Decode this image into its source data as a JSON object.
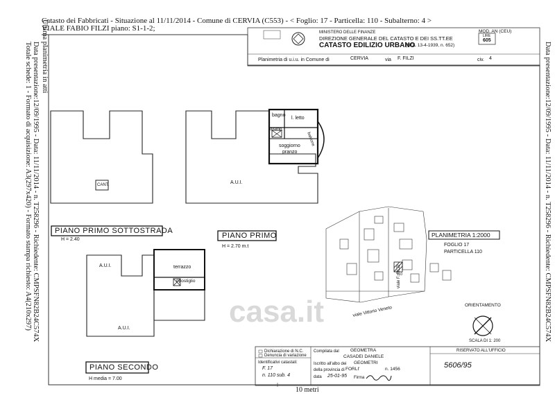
{
  "header": {
    "line1": "Catasto dei Fabbricati - Situazione al 11/11/2014 - Comune di CERVIA (C553) - < Foglio: 17 - Particella: 110 - Subalterno: 4 >",
    "line2": "VIALE FABIO FILZI piano: S1-1-2;"
  },
  "left_margin": {
    "col1": "Ultima planimetria in atti",
    "col2": "Data presentazione:12/09/1995 - Data: 11/11/2014 - n. T258296 - Richiedente: CMPSFN82B24C574X",
    "col3": "Totale schede: 1 - Formato di acquisizione: A3(297x420) - Formato stampa richiesto: A4(210x297)"
  },
  "right_margin": {
    "text": "Data presentazione:12/09/1995 - Data: 11/11/2014 - n. T258296 - Richiedente: CMPSFN82B24C574X"
  },
  "ministry": {
    "line1": "MINISTERO DELLE FINANZE",
    "line2": "DIREZIONE GENERALE DEL CATASTO E DEI SS.TT.EE",
    "title": "CATASTO EDILIZIO URBANO",
    "subtitle": "(RDL 13-4-1939, n. 652)",
    "mod": "MOD. AN (CEU)",
    "lire_label": "LIRE",
    "lire_value": "605"
  },
  "planimetria_row": {
    "prefix": "Planimetria di u.i.u. in Comune di",
    "comune": "CERVIA",
    "via_label": "via",
    "via": "F. FILZI",
    "civ_label": "civ.",
    "civ": "4"
  },
  "rooms": {
    "bagno": "bagno",
    "letto": "l. letto",
    "disimp": "disimp.",
    "soggiorno": "soggiorno",
    "pranzo": "pranzo",
    "balcone": "balcone",
    "cant": "CANT.",
    "aui": "A.U.I.",
    "terrazzo": "terrazzo",
    "ripostiglio": "ripostiglio"
  },
  "floor_labels": {
    "sottostrada": "PIANO PRIMO SOTTOSTRADA",
    "sottostrada_h": "H = 2.40",
    "primo": "PIANO PRIMO",
    "primo_h": "H = 2.70 m.t",
    "secondo": "PIANO SECONDO",
    "secondo_h": "H media = 7.00"
  },
  "site_plan": {
    "title": "PLANIMETRIA 1:2000",
    "foglio": "FOGLIO 17",
    "particella": "PARTICELLA 110",
    "street1": "viale F. FILZI",
    "street2": "viale Vittorio Veneto",
    "parcel": "110",
    "orientamento": "ORIENTAMENTO",
    "scala": "SCALA DI 1: 200"
  },
  "form": {
    "dich_nc": "Dichiarazione di N.C.",
    "denuncia": "Denuncia di variazione",
    "identificativi": "Identificativi catastali:",
    "f_val": "F. 17",
    "n_val": "n. 110 sub. 4",
    "compilata": "Compilata dal",
    "geometra": "GEOMETRA",
    "nome": "CASADEI DANIELE",
    "iscritto": "Iscritto all'albo dei",
    "albo": "GEOMETRI",
    "provincia_label": "della provincia di",
    "provincia": "FORLI'",
    "numero": "n. 1456",
    "data_label": "data",
    "data": "25-01-95",
    "firma": "Firma",
    "riservato": "RISERVATO ALL'UFFICIO",
    "stamp": "5606/95",
    "scale_bar": "10 metri"
  },
  "watermark": "casa.it"
}
